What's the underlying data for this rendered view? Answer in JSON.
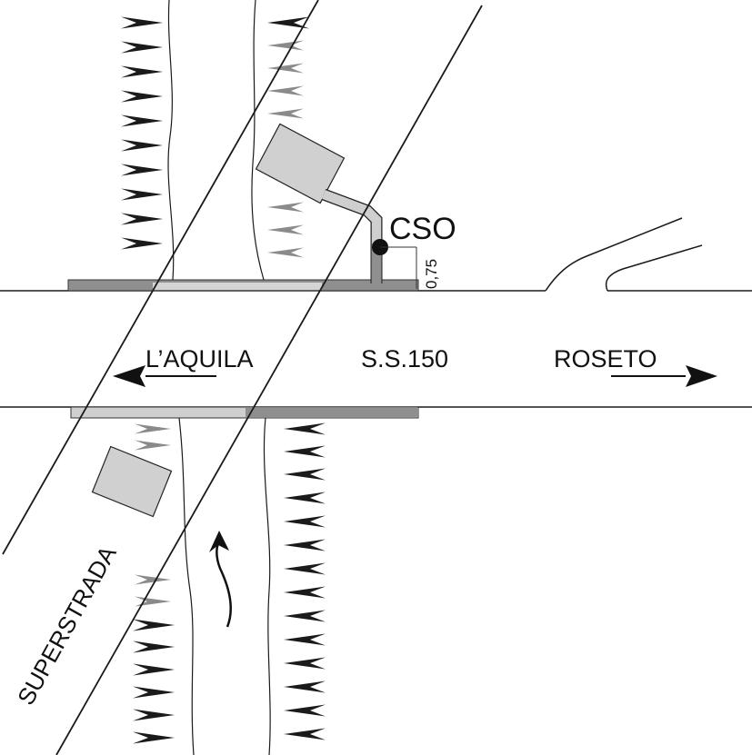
{
  "labels": {
    "cso": "CSO",
    "dimension": "0,75",
    "road_name": "S.S.150",
    "west_destination": "L’AQUILA",
    "east_destination": "ROSETO",
    "superstrada": "SUPERSTRADA"
  },
  "colors": {
    "line": "#1a1a1a",
    "bank_dark": "#8f8f8f",
    "bank_light": "#cfcfcf",
    "building_fill": "#d0d0d0",
    "arrowhead_dark": "#1a1a1a",
    "arrowhead_grey": "#8a8a8a",
    "background": "#ffffff"
  },
  "icons": {
    "west_arrow": "arrow-left-icon",
    "east_arrow": "arrow-right-icon",
    "flow_arrow": "curved-arrow-up-icon",
    "cso_marker": "filled-circle-icon"
  }
}
